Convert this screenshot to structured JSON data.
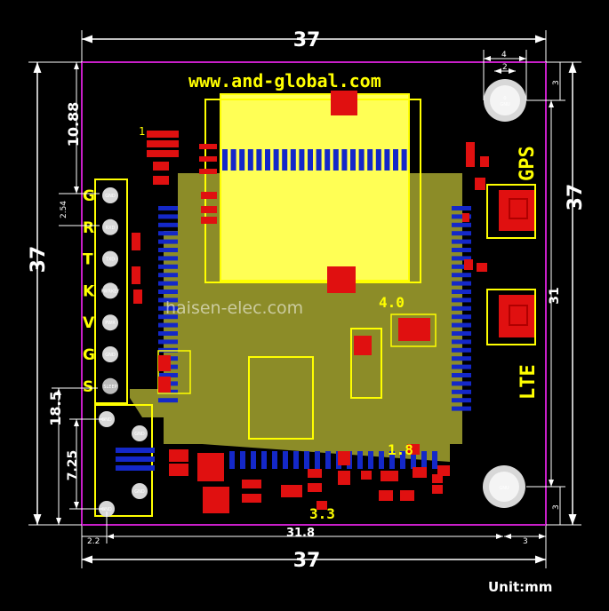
{
  "dimensions": {
    "top_width": "37",
    "bottom_width": "37",
    "left_height": "37",
    "right_height": "37",
    "top_to_connector": "10.88",
    "pin_pitch": "2.54",
    "bottom_to_connector": "18.5",
    "hole_spacing_left": "7.25",
    "left_offset": "2.2",
    "hole_span": "31.8",
    "hole_width": "4",
    "hole_radius": "2",
    "hole_edge_top": "3",
    "hole_edge_right": "3",
    "hole_edge_bottom": "3",
    "bottom_right_offset": "3",
    "right_hole_span": "31"
  },
  "connector_labels": [
    "G",
    "R",
    "T",
    "K",
    "V",
    "G",
    "S"
  ],
  "connector_pins": [
    "GND",
    "RXD",
    "TXD",
    "PWRKEY",
    "PWR",
    "GND",
    "SLEEP"
  ],
  "bottom_pins": [
    "GND",
    "GND",
    "GND",
    "GND"
  ],
  "silkscreen": {
    "website": "www.and-global.com",
    "gps": "GPS",
    "lte": "LTE",
    "v18": "1.8",
    "v33": "3.3",
    "v40": "4.0",
    "pin1": "1"
  },
  "watermark": "haisen-elec.com",
  "unit_label": "Unit:mm",
  "colors": {
    "board_outline": "#c81ec8",
    "silkscreen": "#ffff00",
    "pad": "#e01010",
    "via_pad": "#1428c8",
    "copper_pour": "#8c8c28",
    "module_fill": "#ffff55"
  }
}
